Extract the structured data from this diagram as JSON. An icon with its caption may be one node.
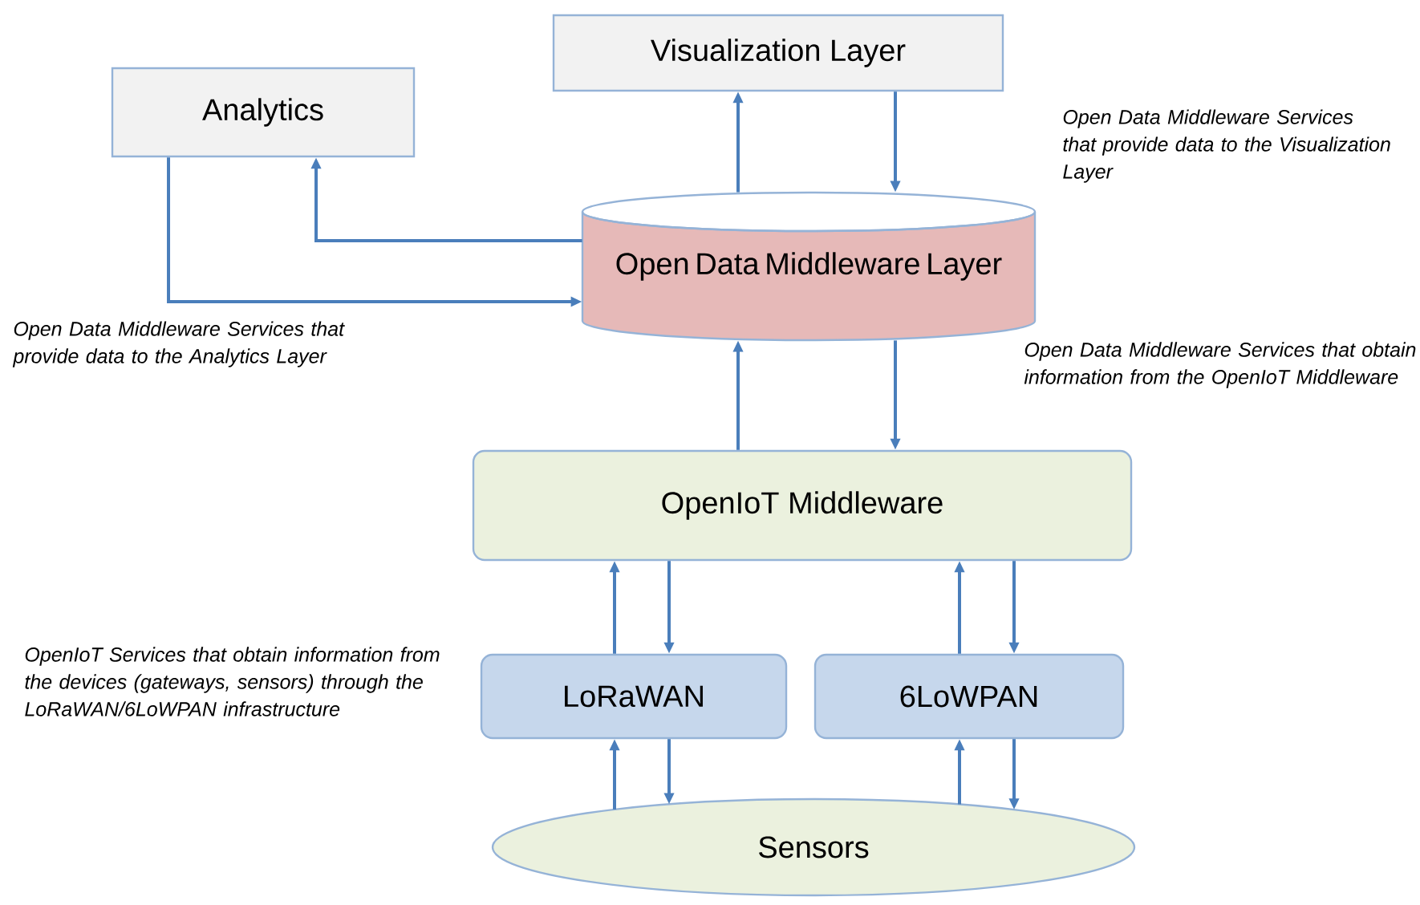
{
  "diagram": {
    "nodes": [
      {
        "text": [
          "Visualization Layer"
        ]
      },
      {
        "text": [
          "Analytics"
        ]
      },
      {
        "text": [
          "Open Data Middleware Layer"
        ]
      },
      {
        "text": [
          "OpenIoT Middleware"
        ]
      },
      {
        "text": [
          "LoRaWAN"
        ]
      },
      {
        "text": [
          "6LoWPAN"
        ]
      },
      {
        "text": [
          "Sensors"
        ]
      }
    ],
    "edges": [
      {
        "from": 2,
        "to": 0,
        "arrow": "to"
      },
      {
        "from": 0,
        "to": 2,
        "arrow": "to"
      },
      {
        "from": 2,
        "to": 1,
        "arrow": "to"
      },
      {
        "from": 1,
        "to": 2,
        "arrow": "to"
      },
      {
        "from": 3,
        "to": 2,
        "arrow": "to"
      },
      {
        "from": 2,
        "to": 3,
        "arrow": "to"
      },
      {
        "from": 4,
        "to": 3,
        "arrow": "to"
      },
      {
        "from": 3,
        "to": 4,
        "arrow": "to"
      },
      {
        "from": 5,
        "to": 3,
        "arrow": "to"
      },
      {
        "from": 3,
        "to": 5,
        "arrow": "to"
      },
      {
        "from": 6,
        "to": 4,
        "arrow": "to"
      },
      {
        "from": 4,
        "to": 6,
        "arrow": "to"
      },
      {
        "from": 6,
        "to": 5,
        "arrow": "to"
      },
      {
        "from": 5,
        "to": 6,
        "arrow": "to"
      }
    ],
    "labels": [
      "Open Data Middleware Services that provide data to the Visualization Layer",
      "Open Data Middleware Services that provide data to the Analytics Layer",
      "Open Data Middleware Services that obtain information from the OpenIoT Middleware",
      "OpenIoT Services that obtain information from the devices (gateways, sensors) through the LoRaWAN/6LoWPAN infrastructure"
    ]
  }
}
